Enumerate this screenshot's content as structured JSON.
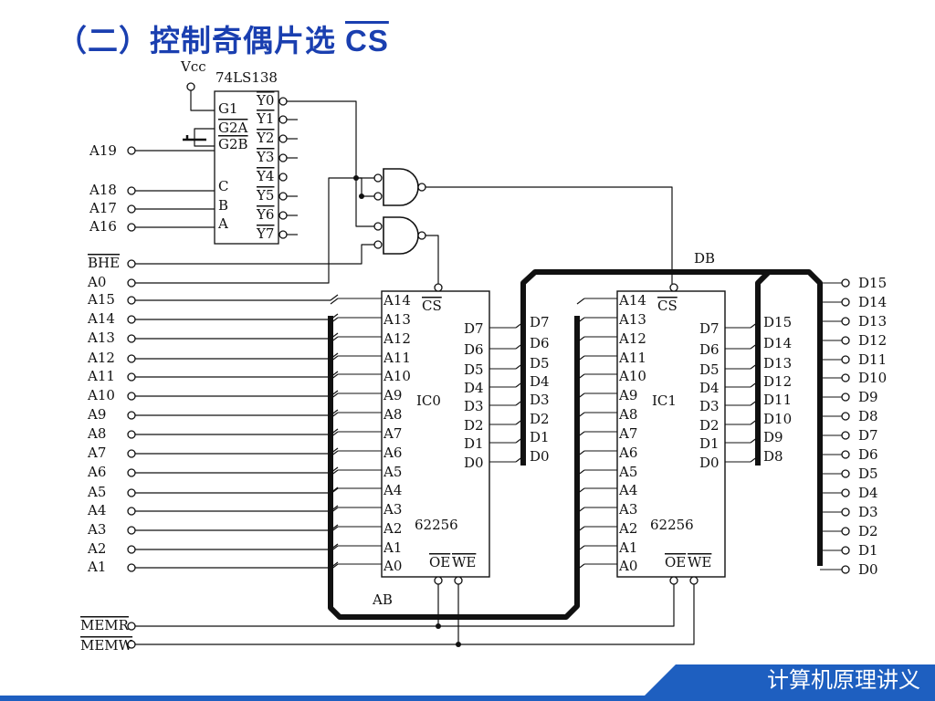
{
  "title": {
    "prefix": "（二）控制奇偶片选",
    "signal": "CS"
  },
  "decoder": {
    "name": "74LS138",
    "vcc": "Vcc",
    "inputs": [
      "G1",
      "G2A",
      "G2B",
      "C",
      "B",
      "A"
    ],
    "outputs": [
      "Y0",
      "Y1",
      "Y2",
      "Y3",
      "Y4",
      "Y5",
      "Y6",
      "Y7"
    ]
  },
  "left_signals": {
    "upper": [
      "A19",
      "A18",
      "A17",
      "A16"
    ],
    "bhe": "BHE",
    "a0": "A0",
    "address": [
      "A15",
      "A14",
      "A13",
      "A12",
      "A11",
      "A10",
      "A9",
      "A8",
      "A7",
      "A6",
      "A5",
      "A4",
      "A3",
      "A2",
      "A1"
    ],
    "memr": "MEMR",
    "memw": "MEMW"
  },
  "chips": [
    {
      "label": "IC0",
      "part": "62256",
      "addr_pins": [
        "A14",
        "A13",
        "A12",
        "A11",
        "A10",
        "A9",
        "A8",
        "A7",
        "A6",
        "A5",
        "A4",
        "A3",
        "A2",
        "A1",
        "A0"
      ],
      "data_pins": [
        "D7",
        "D6",
        "D5",
        "D4",
        "D3",
        "D2",
        "D1",
        "D0"
      ],
      "bus_lines": [
        "D7",
        "D6",
        "D5",
        "D4",
        "D3",
        "D2",
        "D1",
        "D0"
      ],
      "cs": "CS",
      "oe": "OE",
      "we": "WE"
    },
    {
      "label": "IC1",
      "part": "62256",
      "addr_pins": [
        "A14",
        "A13",
        "A12",
        "A11",
        "A10",
        "A9",
        "A8",
        "A7",
        "A6",
        "A5",
        "A4",
        "A3",
        "A2",
        "A1",
        "A0"
      ],
      "data_pins": [
        "D7",
        "D6",
        "D5",
        "D4",
        "D3",
        "D2",
        "D1",
        "D0"
      ],
      "bus_lines": [
        "D15",
        "D14",
        "D13",
        "D12",
        "D11",
        "D10",
        "D9",
        "D8"
      ],
      "cs": "CS",
      "oe": "OE",
      "we": "WE"
    }
  ],
  "buses": {
    "address": "AB",
    "data": "DB"
  },
  "right_data": [
    "D15",
    "D14",
    "D13",
    "D12",
    "D11",
    "D10",
    "D9",
    "D8",
    "D7",
    "D6",
    "D5",
    "D4",
    "D3",
    "D2",
    "D1",
    "D0"
  ],
  "footer": {
    "text": "计算机原理讲义"
  },
  "colors": {
    "title": "#1a3fb0",
    "footer_bar": "#1e5fc0",
    "line": "#111111"
  }
}
